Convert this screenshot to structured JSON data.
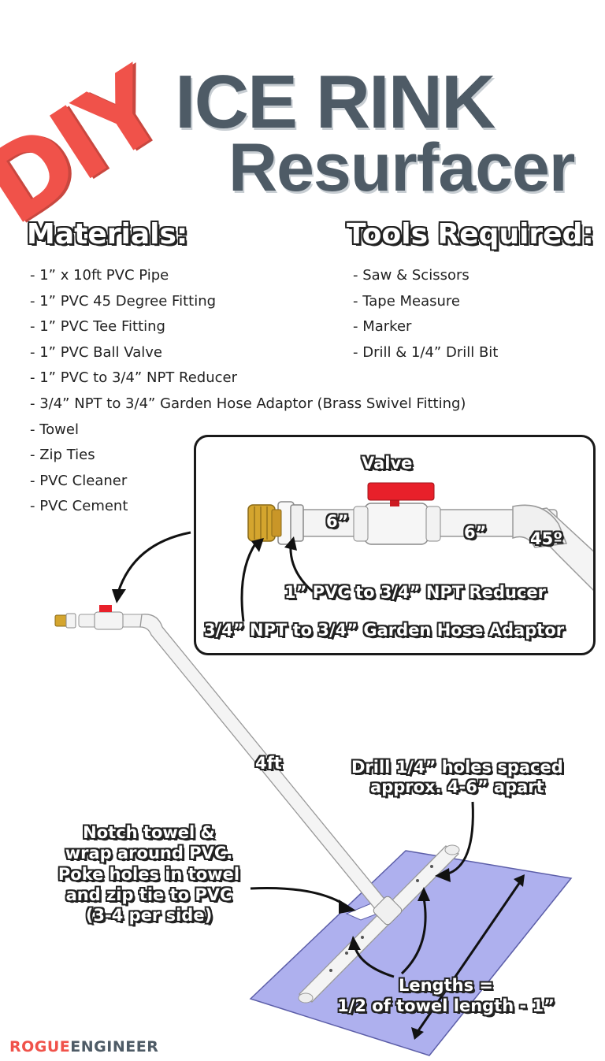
{
  "header": {
    "badge": "DIY",
    "title_line1": "ICE RINK",
    "title_line2": "Resurfacer"
  },
  "materials": {
    "heading": "Materials:",
    "items": [
      "- 1” x 10ft PVC Pipe",
      "- 1” PVC 45 Degree Fitting",
      "- 1” PVC Tee Fitting",
      "- 1” PVC Ball Valve",
      "- 1” PVC to 3/4” NPT Reducer",
      "- 3/4” NPT to 3/4” Garden Hose Adaptor (Brass Swivel Fitting)",
      "- Towel",
      "- Zip Ties",
      "- PVC Cleaner",
      "- PVC Cement"
    ]
  },
  "tools": {
    "heading": "Tools Required:",
    "items": [
      "- Saw & Scissors",
      "- Tape Measure",
      "- Marker",
      "- Drill & 1/4” Drill Bit"
    ]
  },
  "callout": {
    "valve": "Valve",
    "six_left": "6”",
    "six_right": "6”",
    "angle": "45º",
    "reducer": "1” PVC to 3/4” NPT Reducer",
    "adaptor": "3/4” NPT to 3/4” Garden Hose Adaptor"
  },
  "diagram": {
    "length_label": "4ft",
    "drill_line1": "Drill 1/4” holes spaced",
    "drill_line2": "approx. 4-6” apart",
    "notch_lines": [
      "Notch towel &",
      "wrap around PVC.",
      "Poke holes in towel",
      "and zip tie to PVC",
      "(3-4 per side)"
    ],
    "lengths_line1": "Lengths =",
    "lengths_line2": "1/2 of towel length - 1”"
  },
  "brand": {
    "part1": "ROGUE",
    "part2": "ENGINEER"
  },
  "colors": {
    "accent_red": "#f0524a",
    "slate": "#4e5b66",
    "towel": "#aeb0ee",
    "valve_red": "#e8202a",
    "brass": "#d4a52e"
  }
}
